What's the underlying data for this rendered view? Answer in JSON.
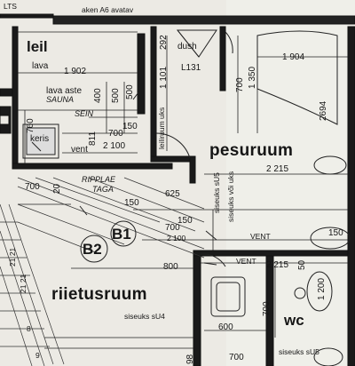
{
  "plan": {
    "header_text": "aken A6 avatav",
    "top_left_text": "LTS",
    "rooms": {
      "leil": {
        "name": "leil",
        "sub": "lava",
        "dim": "1 902"
      },
      "dush": {
        "name": "dush",
        "code": "L131"
      },
      "pesuruum": {
        "name": "pesuruum"
      },
      "riietusruum": {
        "name": "riietusruum"
      },
      "wc": {
        "name": "wc"
      }
    },
    "sauna": {
      "lava_aste": "lava aste",
      "sauna_word": "SAUNA",
      "sein_word": "SEIN",
      "keris": "keris",
      "vent": "vent"
    },
    "dims": {
      "d500": "500",
      "d400": "400",
      "d500b": "500",
      "d811": "811",
      "d760": "760",
      "d700a": "700",
      "d150a": "150",
      "d2100a": "2 100",
      "d1101": "1 101",
      "d292": "292",
      "d700b": "700",
      "d1350": "1 350",
      "d1904": "1 904",
      "d2694": "2694",
      "d2215a": "2 215",
      "d625": "625",
      "d150b": "150",
      "d150c": "150",
      "d700c": "700",
      "d2100b": "2 100",
      "d150d": "150",
      "d800": "800",
      "d2215b": "2 215",
      "d50": "50",
      "d1200": "1 200",
      "d600": "600",
      "d700d": "700",
      "d700e": "700",
      "d98": "98",
      "d20": "20",
      "d700f": "700"
    },
    "notes": {
      "ripplae_line1": "RIPPLAE",
      "ripplae_line2": "TAGA",
      "leiliuum_uks": "leiliruum uks",
      "siseuks_su5": "siseuks sU5",
      "siseuks_voi": "siseuks või uks",
      "vent_pesu": "VENT",
      "vent_wc": "VENT",
      "siseuks_su4": "siseuks sU4",
      "siseuks_su5b": "siseuks sU5"
    },
    "markers": {
      "b1": "B1",
      "b2": "B2"
    },
    "left_edge": {
      "a": "21 21",
      "b": "21 21",
      "c": "8",
      "d": "9"
    }
  }
}
